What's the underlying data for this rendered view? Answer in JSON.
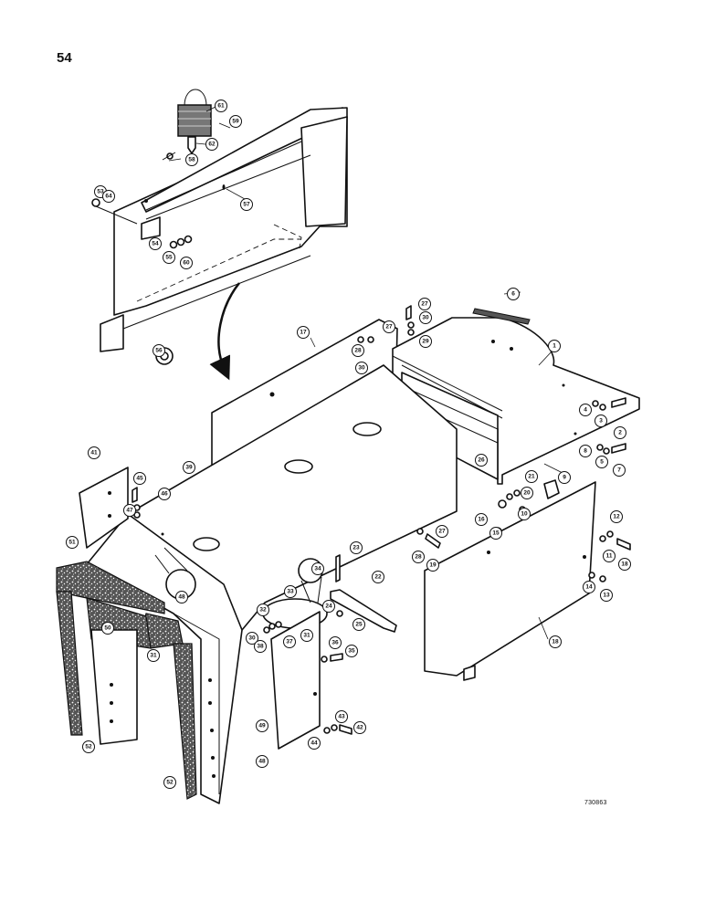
{
  "page": {
    "number": "54",
    "drawing_code": "730863"
  },
  "callouts": {
    "c61": "61",
    "c62": "62",
    "c59": "59",
    "c58": "58",
    "c53": "53",
    "c64a": "64",
    "c57": "57",
    "c54a": "54",
    "c55": "55",
    "c60": "60",
    "c56": "56",
    "c6": "6",
    "c27a": "27",
    "c30a": "30",
    "c29": "29",
    "c17": "17",
    "c27b": "27",
    "c28a": "28",
    "c30b": "30",
    "c1": "1",
    "c4": "4",
    "c3": "3",
    "c2": "2",
    "c8": "8",
    "c5": "5",
    "c7": "7",
    "c26": "26",
    "c41": "41",
    "c39": "39",
    "c45": "45",
    "c46": "46",
    "c47": "47",
    "c21": "21",
    "c9": "9",
    "c20": "20",
    "c16": "16",
    "c15": "15",
    "c10": "10",
    "c12": "12",
    "c11": "11",
    "c18a": "18",
    "c27c": "27",
    "c28b": "28",
    "c19": "19",
    "c14": "14",
    "c13": "13",
    "c23": "23",
    "c34": "34",
    "c22": "22",
    "c48a": "48",
    "c32": "32",
    "c33": "33",
    "c24": "24",
    "c25": "25",
    "c51": "51",
    "c50": "50",
    "c31a": "31",
    "c30c": "30",
    "c38": "38",
    "c37": "37",
    "c31b": "31",
    "c36": "36",
    "c35": "35",
    "c18b": "18",
    "c52a": "52",
    "c52b": "52",
    "c49": "49",
    "c48b": "48",
    "c43": "43",
    "c42": "42",
    "c44": "44"
  }
}
